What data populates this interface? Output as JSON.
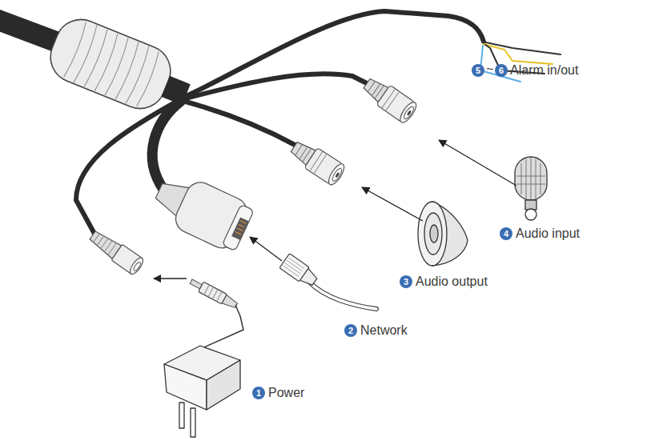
{
  "diagram": {
    "labels": [
      "5",
      "~",
      "6",
      "Alarm in/out",
      "4",
      "Audio input",
      "3",
      "Audio output",
      "2",
      "Network",
      "1",
      "Power"
    ]
  }
}
